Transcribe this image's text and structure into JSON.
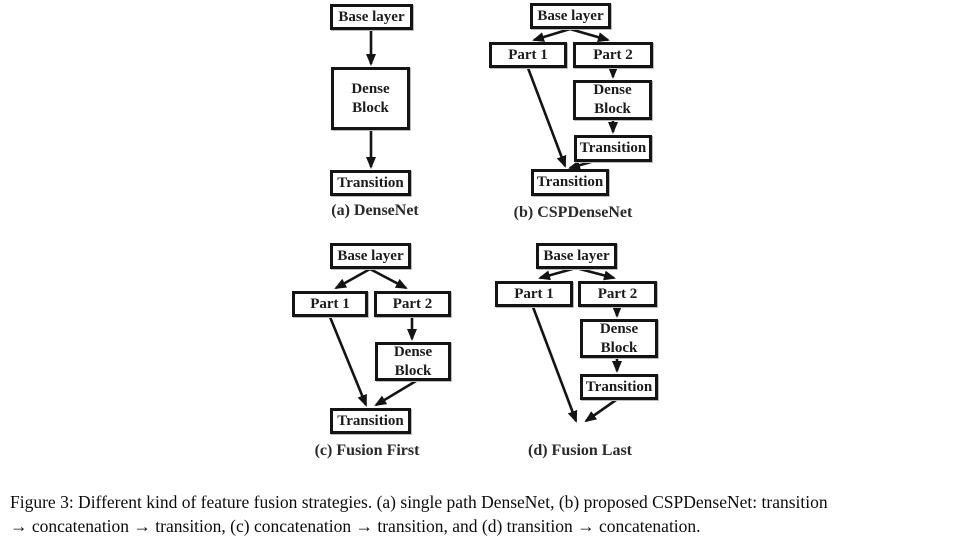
{
  "figure": {
    "panels": {
      "a": {
        "label": "(a) DenseNet",
        "nodes": {
          "base": "Base layer",
          "dense": "Dense Block",
          "transition": "Transition"
        }
      },
      "b": {
        "label": "(b) CSPDenseNet",
        "nodes": {
          "base": "Base layer",
          "part1": "Part 1",
          "part2": "Part 2",
          "dense": "Dense Block",
          "transition1": "Transition",
          "transition2": "Transition"
        }
      },
      "c": {
        "label": "(c) Fusion First",
        "nodes": {
          "base": "Base layer",
          "part1": "Part 1",
          "part2": "Part 2",
          "dense": "Dense Block",
          "transition": "Transition"
        }
      },
      "d": {
        "label": "(d) Fusion Last",
        "nodes": {
          "base": "Base layer",
          "part1": "Part 1",
          "part2": "Part 2",
          "dense": "Dense Block",
          "transition": "Transition"
        }
      }
    },
    "caption": {
      "line1": "Figure 3: Different kind of feature fusion strategies. (a) single path DenseNet, (b) proposed CSPDenseNet: transition",
      "line2": "→ concatenation → transition, (c) concatenation → transition, and (d) transition → concatenation."
    },
    "colors": {
      "box_border": "#141414",
      "text": "#1c1c1c",
      "background": "#ffffff"
    }
  }
}
